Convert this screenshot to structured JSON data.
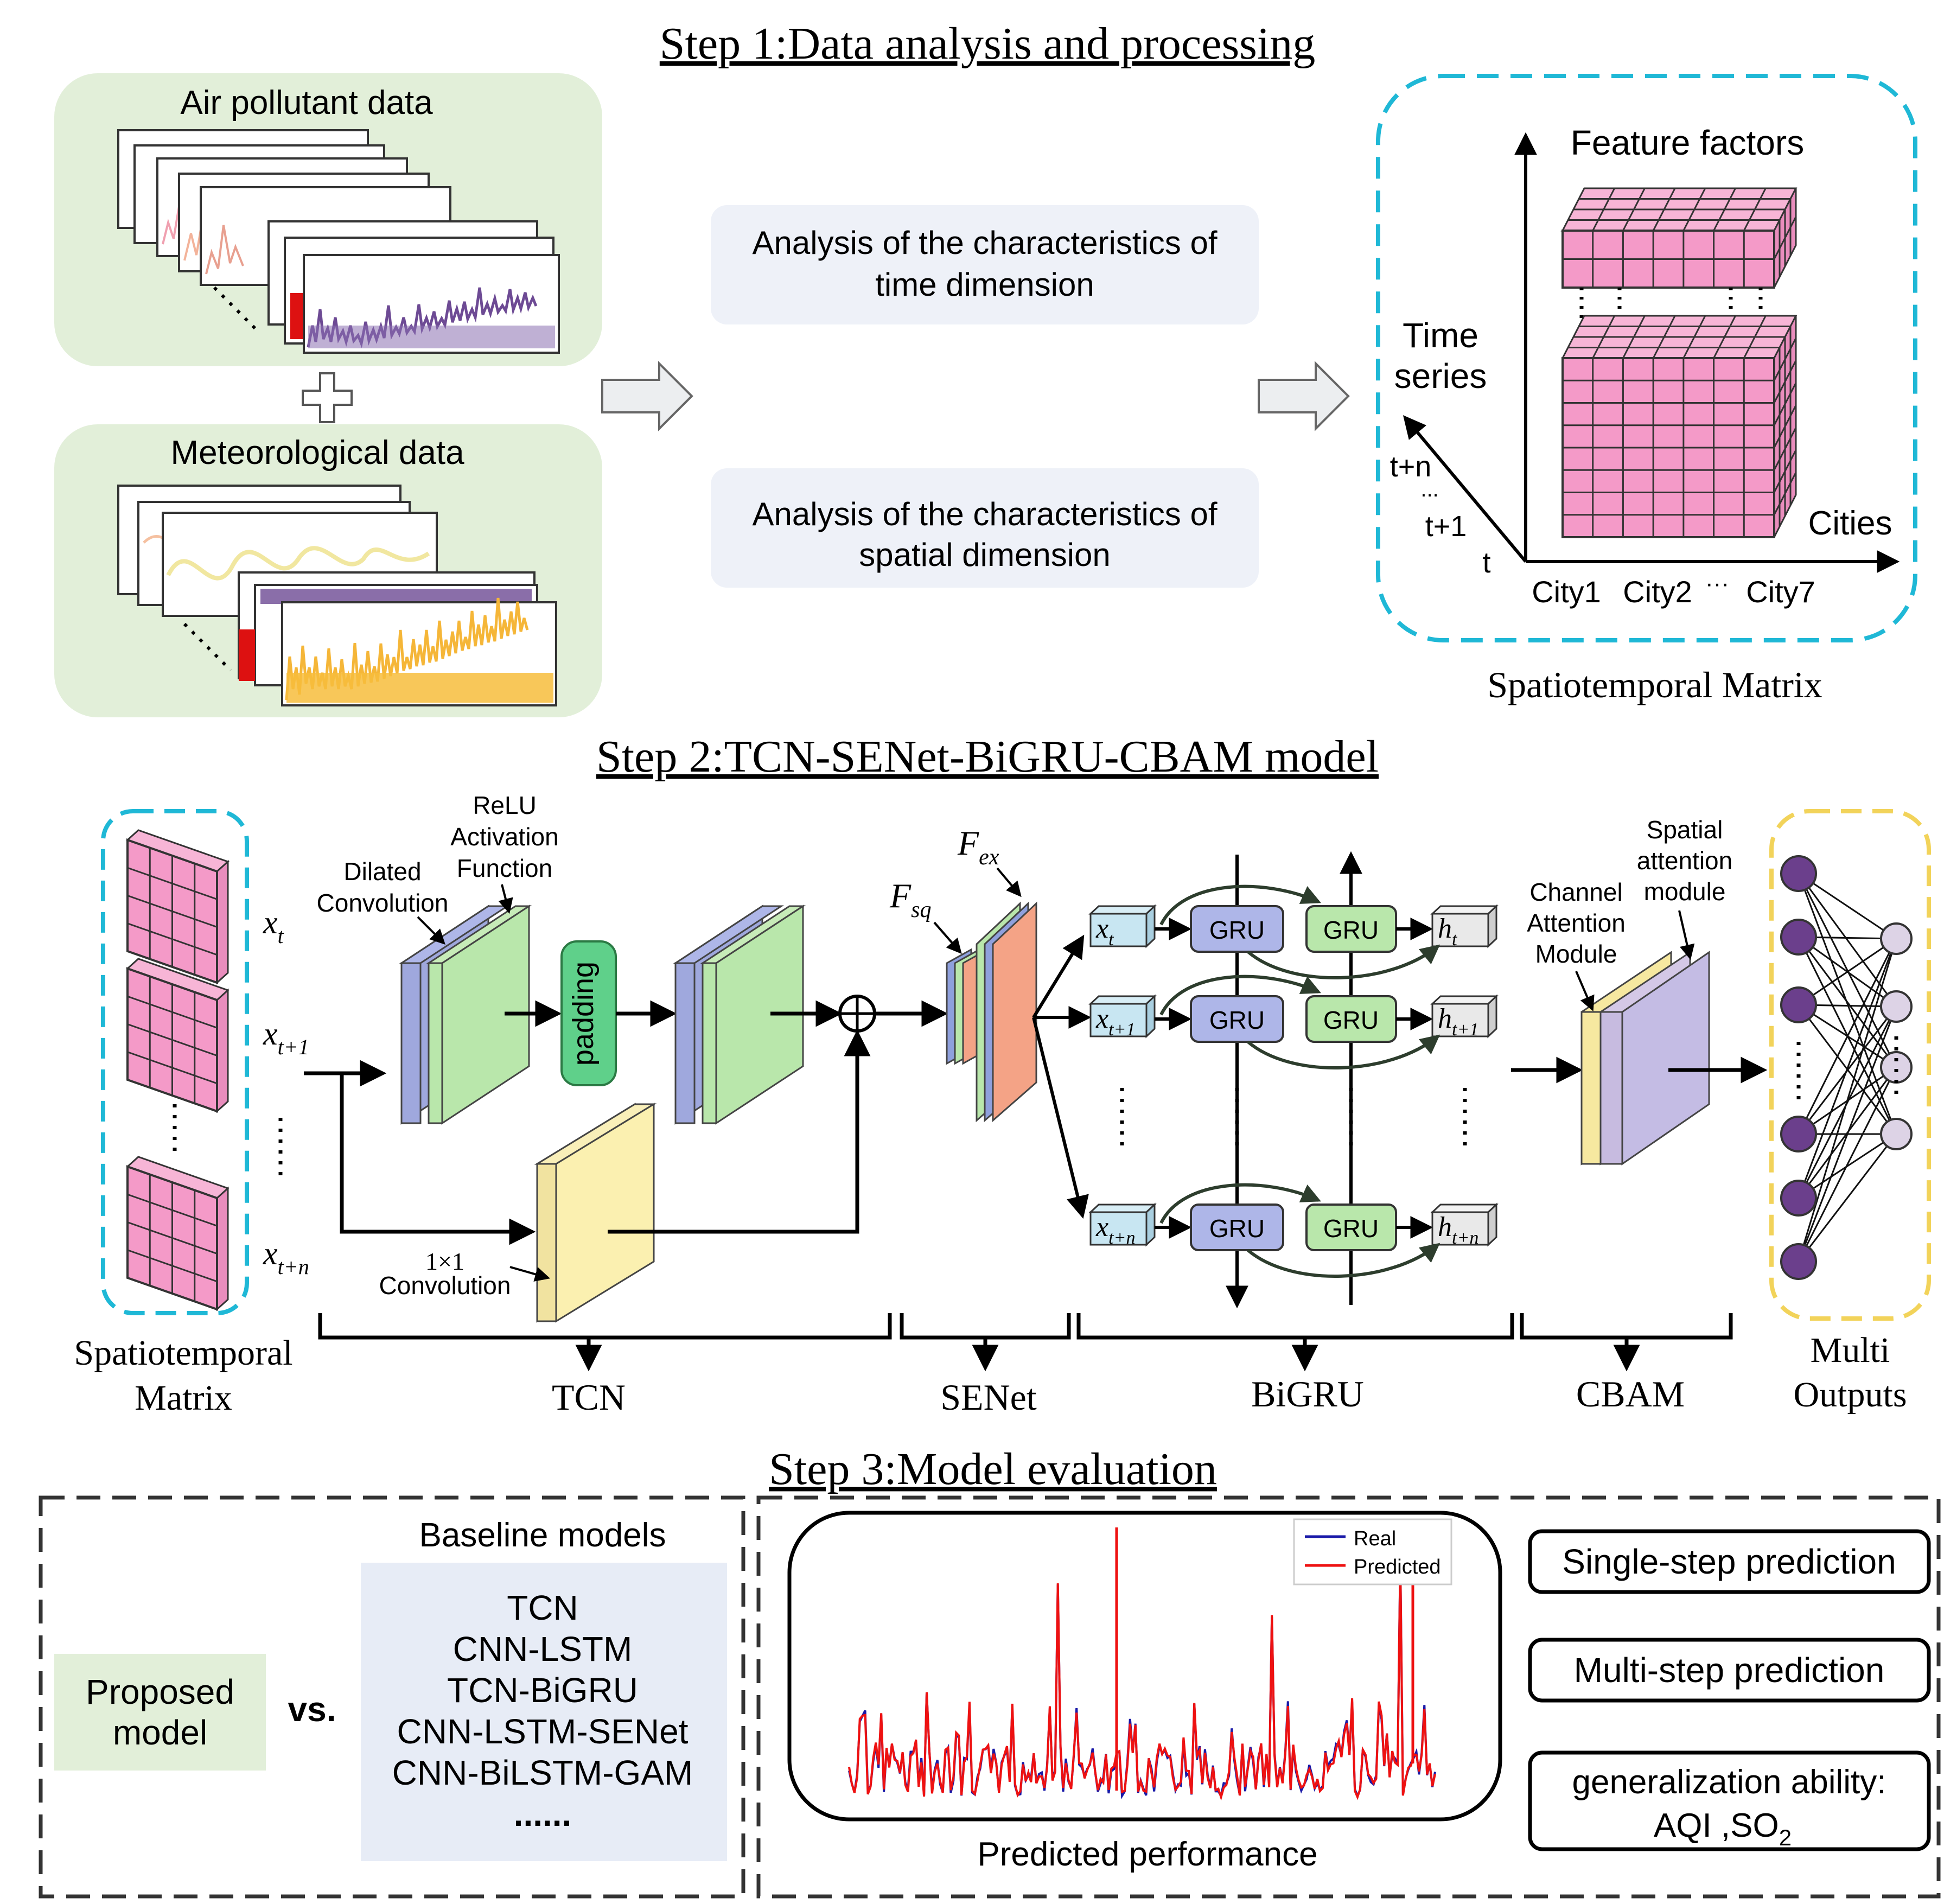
{
  "step1": {
    "title": "Step 1:Data analysis and processing",
    "air_pollutant_label": "Air pollutant data",
    "meteorological_label": "Meteorological data",
    "analysis_time": [
      "Analysis of the characteristics of",
      "time dimension"
    ],
    "analysis_spatial": [
      "Analysis of the characteristics of",
      "spatial dimension"
    ],
    "cube_axis_top": "Feature factors",
    "cube_axis_time": [
      "Time",
      "series"
    ],
    "cube_axis_cities": "Cities",
    "time_ticks": [
      "t+n",
      "...",
      "t+1",
      "t"
    ],
    "city_ticks": [
      "City1",
      "City2",
      "···",
      "City7"
    ],
    "matrix_caption": "Spatiotemporal Matrix"
  },
  "step2": {
    "title": "Step 2:TCN-SENet-BiGRU-CBAM model",
    "inputs": [
      "x",
      "x",
      "x"
    ],
    "input_subs": [
      "t",
      "t+1",
      "t+n"
    ],
    "dilated_label": [
      "Dilated",
      "Convolution"
    ],
    "relu_label": [
      "ReLU",
      "Activation",
      "Function"
    ],
    "padding_label": "padding",
    "conv1x1_label": [
      "1×1",
      "Convolution"
    ],
    "fsq_label": "F",
    "fsq_sub": "sq",
    "fex_label": "F",
    "fex_sub": "ex",
    "gru_label": "GRU",
    "bigru_inputs": [
      "x",
      "x",
      "x"
    ],
    "bigru_outputs": [
      "h",
      "h",
      "h"
    ],
    "channel_attention_label": [
      "Channel",
      "Attention",
      "Module"
    ],
    "spatial_attention_label": [
      "Spatial",
      "attention",
      "module"
    ],
    "sections": [
      "TCN",
      "SENet",
      "BiGRU",
      "CBAM"
    ],
    "matrix_caption": [
      "Spatiotemporal",
      "Matrix"
    ],
    "outputs_caption": [
      "Multi",
      "Outputs"
    ]
  },
  "step3": {
    "title": "Step 3:Model evaluation",
    "proposed": [
      "Proposed",
      "model"
    ],
    "vs": "vs.",
    "baseline_title": "Baseline models",
    "baselines": [
      "TCN",
      "CNN-LSTM",
      "TCN-BiGRU",
      "CNN-LSTM-SENet",
      "CNN-BiLSTM-GAM",
      "......"
    ],
    "legend_real": "Real",
    "legend_predicted": "Predicted",
    "performance_caption": "Predicted performance",
    "single_step": "Single-step prediction",
    "multi_step": "Multi-step prediction",
    "generalization": [
      "generalization ability:",
      "AQI ,SO"
    ],
    "generalization_sub": "2"
  },
  "colors": {
    "green_panel": "#e2efd9",
    "analysis_box": "#eef1f8",
    "cyan_dash": "#1fb8d6",
    "yellow_dash": "#f2d35a",
    "cube_pink": "#f49ac8",
    "gru_blue": "#aeb6e8",
    "gru_green": "#b9e7ab",
    "neuron_purple": "#6b3f8c",
    "neuron_light": "#ddd3e6",
    "real_line": "#1a1aa8",
    "predicted_line": "#ee1111"
  }
}
